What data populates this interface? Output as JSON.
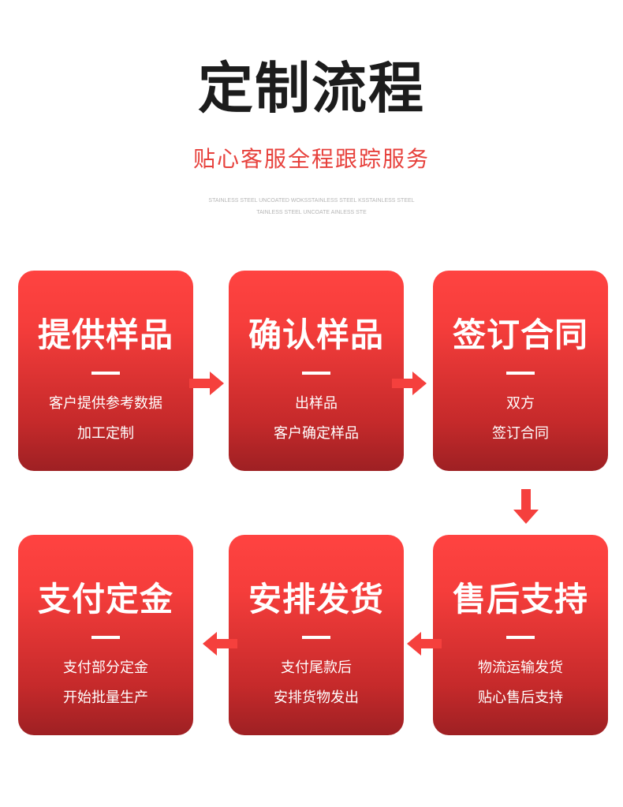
{
  "header": {
    "title": "定制流程",
    "subtitle": "贴心客服全程跟踪服务",
    "deco_line1": "STAINLESS STEEL UNCOATED WOKSSTAINLESS STEEL KSSTAINLESS STEEL",
    "deco_line2": "TAINLESS STEEL UNCOATE AINLESS STE"
  },
  "steps": [
    {
      "title": "提供样品",
      "line1": "客户提供参考数据",
      "line2": "加工定制"
    },
    {
      "title": "确认样品",
      "line1": "出样品",
      "line2": "客户确定样品"
    },
    {
      "title": "签订合同",
      "line1": "双方",
      "line2": "签订合同"
    },
    {
      "title": "售后支持",
      "line1": "物流运输发货",
      "line2": "贴心售后支持"
    },
    {
      "title": "安排发货",
      "line1": "支付尾款后",
      "line2": "安排货物发出"
    },
    {
      "title": "支付定金",
      "line1": "支付部分定金",
      "line2": "开始批量生产"
    }
  ],
  "colors": {
    "accent": "#ff4341",
    "card_bottom": "#9e2023",
    "title": "#1c1c1c",
    "subtitle": "#e7413c"
  },
  "icons": {
    "flow_arrow": "arrow-icon"
  }
}
